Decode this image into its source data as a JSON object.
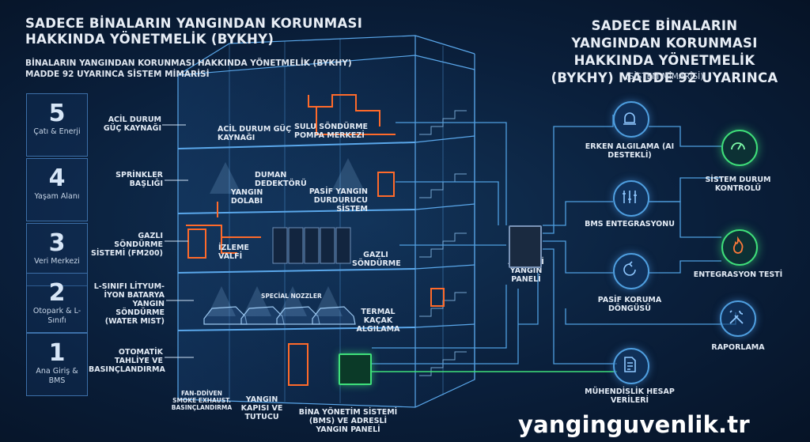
{
  "header_left": {
    "title": "SADECE BİNALARIN YANGINDAN KORUNMASI HAKKINDA YÖNETMELİK (BYKHY)",
    "subtitle": "BİNALARIN YANGINDAN KORUNMASI HAKKINDA YÖNETMELİK (BYKHY) MADDE 92 UYARINCA SİSTEM MİMARİSİ"
  },
  "header_right": {
    "title": "SADECE BİNALARIN YANGINDAN KORUNMASI HAKKINDA YÖNETMELİK (BYKHY) MADDE 92 UYARINCA",
    "subtitle": "(SİSTEM MİMARİSİ)"
  },
  "floors": [
    {
      "number": "5",
      "name": "Çatı & Enerji"
    },
    {
      "number": "4",
      "name": "Yaşam Alanı"
    },
    {
      "number": "3",
      "name": "Veri Merkezi"
    },
    {
      "number": "2",
      "name": "Otopark & L-Sınıfı"
    },
    {
      "number": "1",
      "name": "Ana Giriş & BMS"
    }
  ],
  "left_labels": {
    "acil_durum": "ACİL DURUM GÜÇ KAYNAĞI",
    "sprinkler": "SPRİNKLER BAŞLIĞI",
    "gazli": "GAZLI SÖNDÜRME SİSTEMİ (FM200)",
    "lithium": "L-SINIFI LİTYUM-İYON BATARYA YANGIN SÖNDÜRME (WATER MIST)",
    "tahliye": "OTOMATİK TAHLİYE VE BASINÇLANDIRMA"
  },
  "building_labels": {
    "acil_durum_inner": "ACİL DURUM GÜÇ KAYNAĞI",
    "sulu_pompa": "SULU SÖNDÜRME POMPA MERKEZİ",
    "duman": "DUMAN DEDEKTÖRÜ",
    "yangin_dolabi": "YANGIN DOLABI",
    "pasif_durdurucu": "PASİF YANGIN DURDURUCU SİSTEM",
    "izleme_valfi": "İZLEME VALFİ",
    "gazli_sondurme": "GAZLI SÖNDÜRME",
    "special_nozzler": "SPECİAL NOZZLER",
    "termal": "TERMAL KAÇAK ALGILAMA",
    "fan": "FAN-DDİVEN SMOKE EXHAUST. BASINÇLANDIRMA",
    "yangin_kapisi": "YANGIN KAPISI VE TUTUCU",
    "bms_panel": "BİNA YÖNETİM SİSTEMİ (BMS) VE ADRESLİ YANGIN PANELİ",
    "adresli_panel": "ADRESLİ YANGIN PANELİ"
  },
  "right_nodes": {
    "erken": "ERKEN ALGILAMA (AI DESTEKLİ)",
    "bms": "BMS ENTEGRASYONU",
    "pasif": "PASİF KORUMA DÖNGÜSÜ",
    "muhendislik": "MÜHENDİSLİK HESAP VERİLERİ",
    "sistem_durum": "SİSTEM DURUM KONTROLÜ",
    "entegrasyon": "ENTEGRASYON TESTİ",
    "raporlama": "RAPORLAMA"
  },
  "colors": {
    "background": "#0a1f3b",
    "wire_blue": "#4f9fe0",
    "wire_green": "#3fe07a",
    "pipe_orange": "#ff6a2a"
  },
  "footer": {
    "site": "yanginguvenlik.tr"
  }
}
